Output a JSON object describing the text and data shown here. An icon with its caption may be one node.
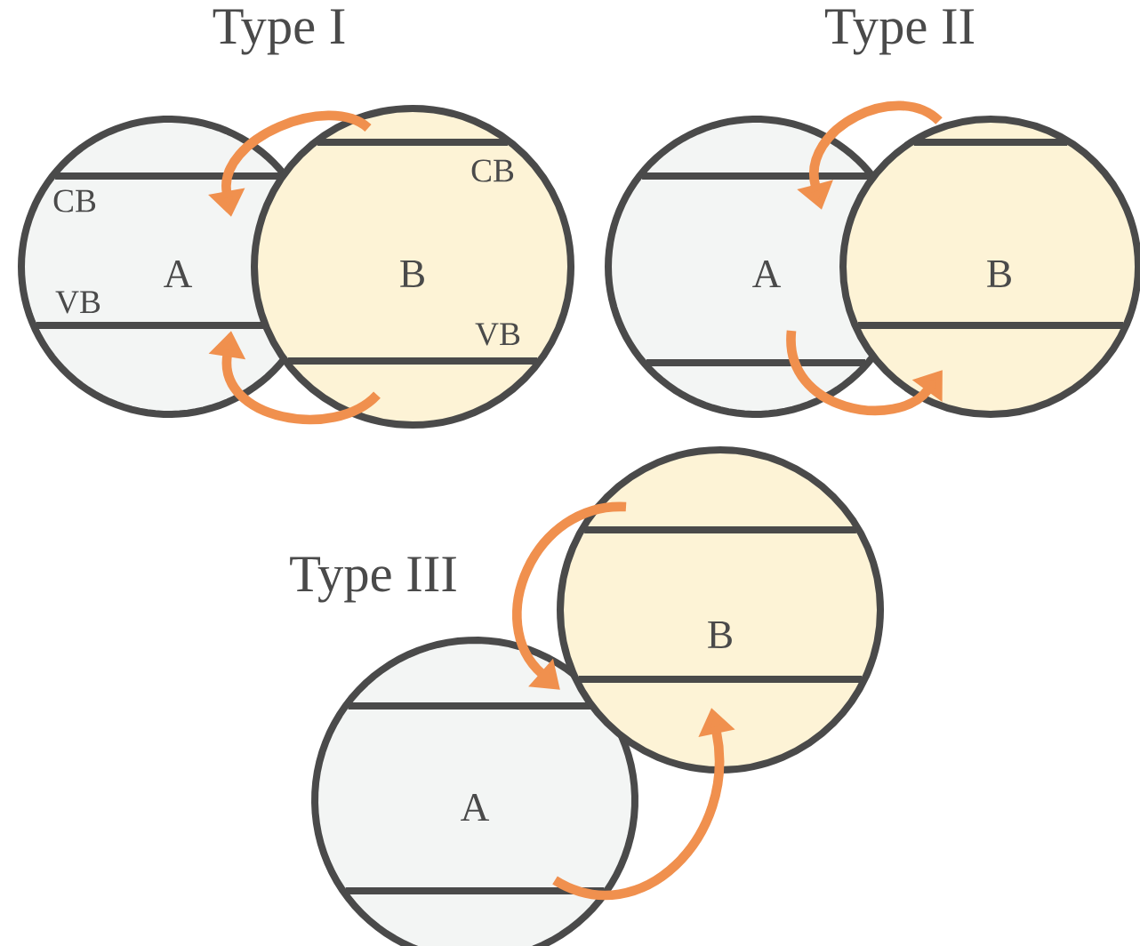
{
  "diagram": {
    "nodes": [
      {
        "text": [
          "A"
        ]
      },
      {
        "text": [
          "B"
        ]
      },
      {
        "text": [
          "A"
        ]
      },
      {
        "text": [
          "B"
        ]
      },
      {
        "text": [
          "A"
        ]
      },
      {
        "text": [
          "B"
        ]
      }
    ],
    "edges": [
      {
        "from": 1,
        "to": 0,
        "arrow": "to"
      },
      {
        "from": 1,
        "to": 0,
        "arrow": "to"
      },
      {
        "from": 3,
        "to": 2,
        "arrow": "to"
      },
      {
        "from": 2,
        "to": 3,
        "arrow": "to"
      },
      {
        "from": 5,
        "to": 4,
        "arrow": "to"
      },
      {
        "from": 4,
        "to": 5,
        "arrow": "to"
      }
    ],
    "labels": [
      "Type I",
      "Type II",
      "CB",
      "CB",
      "VB",
      "VB",
      "Type III"
    ]
  }
}
